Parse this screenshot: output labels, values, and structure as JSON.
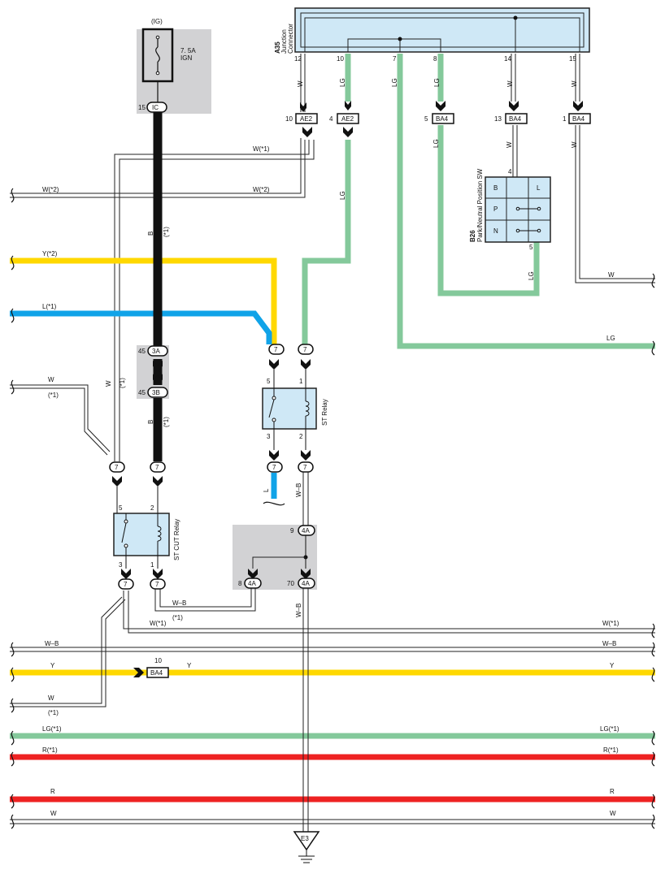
{
  "fuse": {
    "supply": "(IG)",
    "rating": "7. 5A",
    "name": "IGN",
    "pin": "15",
    "connector": "IC"
  },
  "junction": {
    "code": "A35",
    "name_line1": "Junction",
    "name_line2": "Connector",
    "pins": [
      "12",
      "10",
      "7",
      "8",
      "14",
      "15"
    ],
    "wire_colors": [
      "W",
      "LG",
      "LG",
      "LG",
      "W",
      "W"
    ]
  },
  "connectors": {
    "ae2_a": {
      "pin": "10",
      "name": "AE2"
    },
    "ae2_b": {
      "pin": "4",
      "name": "AE2"
    },
    "ba4_5": {
      "pin": "5",
      "name": "BA4"
    },
    "ba4_13": {
      "pin": "13",
      "name": "BA4"
    },
    "ba4_1": {
      "pin": "1",
      "name": "BA4"
    },
    "ba4_10": {
      "pin": "10",
      "name": "BA4"
    },
    "c3a": {
      "pin": "45",
      "name": "3A"
    },
    "c3b": {
      "pin": "45",
      "name": "3B"
    },
    "c4a_9": {
      "pin": "9",
      "name": "4A"
    },
    "c4a_8": {
      "pin": "8",
      "name": "4A"
    },
    "c4a_70": {
      "pin": "70",
      "name": "4A"
    },
    "seven": "7",
    "ground": "E3"
  },
  "switch": {
    "code": "B26",
    "name": "Park/Neutral Position SW",
    "pin_in": "4",
    "pin_out": "5",
    "rows": [
      [
        "B",
        "L"
      ],
      [
        "P",
        ""
      ],
      [
        "N",
        ""
      ]
    ]
  },
  "st_relay": {
    "name": "ST Relay",
    "pins": [
      "5",
      "1",
      "3",
      "2"
    ]
  },
  "st_cut_relay": {
    "name": "ST CUT Relay",
    "pins": [
      "5",
      "2",
      "3",
      "1"
    ]
  },
  "wire_labels": {
    "w_star1": "W(*1)",
    "w_star2": "W(*2)",
    "y_star2": "Y(*2)",
    "l_star1": "L(*1)",
    "w": "W",
    "star1": "(*1)",
    "b": "B",
    "lg": "LG",
    "l": "L",
    "wb": "W–B",
    "y": "Y",
    "lg_star1": "LG(*1)",
    "r_star1": "R(*1)",
    "r": "R"
  },
  "colors": {
    "lg": "#84c99b",
    "y": "#ffd800",
    "l": "#10a3e8",
    "r": "#ee2222",
    "b": "#111111",
    "box": "#cfe8f6",
    "shade": "#d2d2d4"
  }
}
